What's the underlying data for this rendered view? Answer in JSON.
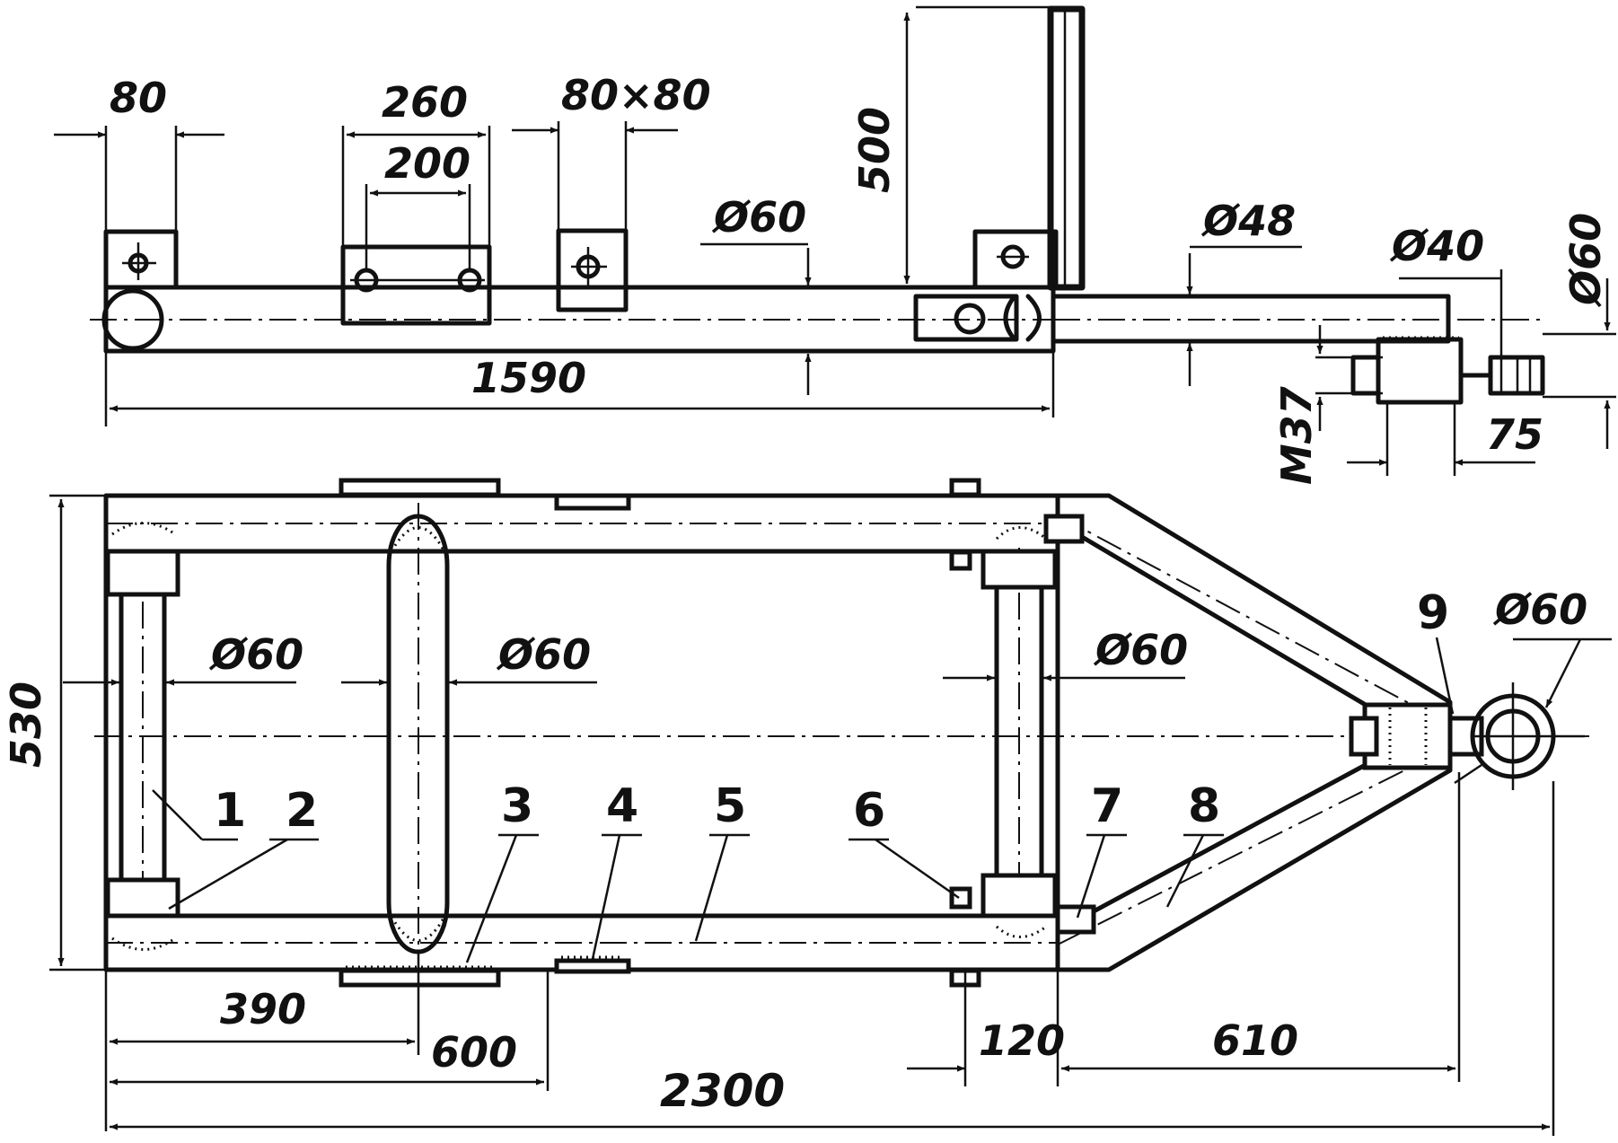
{
  "side_view": {
    "dims": {
      "d80": "80",
      "d260": "260",
      "d200": "200",
      "d80x80": "80×80",
      "d500": "500",
      "dia60": "Ø60",
      "dia48": "Ø48",
      "dia40": "Ø40",
      "dia60_right": "Ø60",
      "d1590": "1590",
      "m37": "M37",
      "d75": "75"
    }
  },
  "plan_view": {
    "dims": {
      "d530": "530",
      "dia60_a": "Ø60",
      "dia60_b": "Ø60",
      "dia60_c": "Ø60",
      "dia60_eye": "Ø60",
      "d390": "390",
      "d600": "600",
      "d120": "120",
      "d610": "610",
      "d2300": "2300"
    },
    "part_numbers": [
      "1",
      "2",
      "3",
      "4",
      "5",
      "6",
      "7",
      "8",
      "9"
    ]
  }
}
